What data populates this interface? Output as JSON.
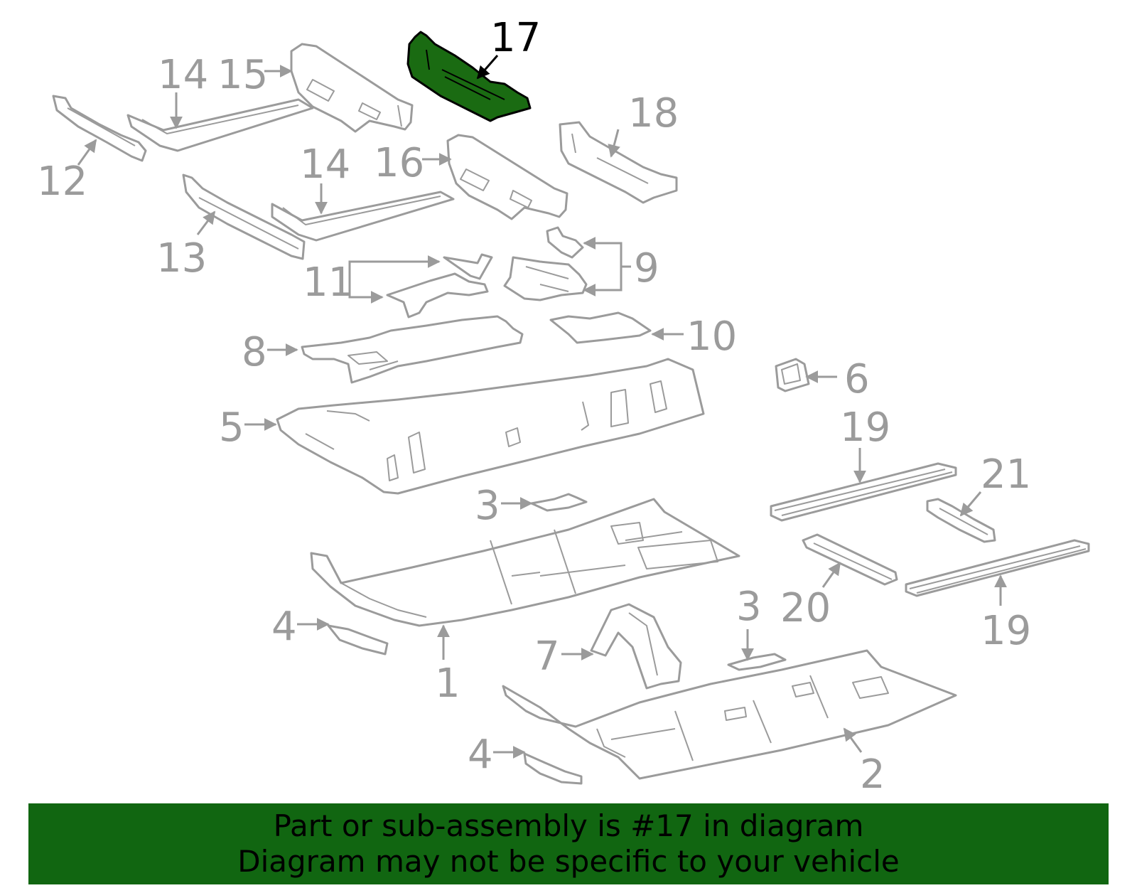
{
  "colors": {
    "line": "#9b9b9b",
    "highlight_fill": "#1a6b12",
    "highlight_stroke": "#000000",
    "banner_bg": "#116611",
    "banner_text": "#000000"
  },
  "highlighted_part": "17",
  "callouts": {
    "c1": "1",
    "c2": "2",
    "c3a": "3",
    "c3b": "3",
    "c4a": "4",
    "c4b": "4",
    "c5": "5",
    "c6": "6",
    "c7": "7",
    "c8": "8",
    "c9": "9",
    "c10": "10",
    "c11": "11",
    "c12": "12",
    "c13": "13",
    "c14a": "14",
    "c14b": "14",
    "c15": "15",
    "c16": "16",
    "c17": "17",
    "c18": "18",
    "c19a": "19",
    "c19b": "19",
    "c20": "20",
    "c21": "21"
  },
  "banner": {
    "line1": "Part or sub-assembly is #17 in diagram",
    "line2": "Diagram may not be specific to your vehicle"
  }
}
